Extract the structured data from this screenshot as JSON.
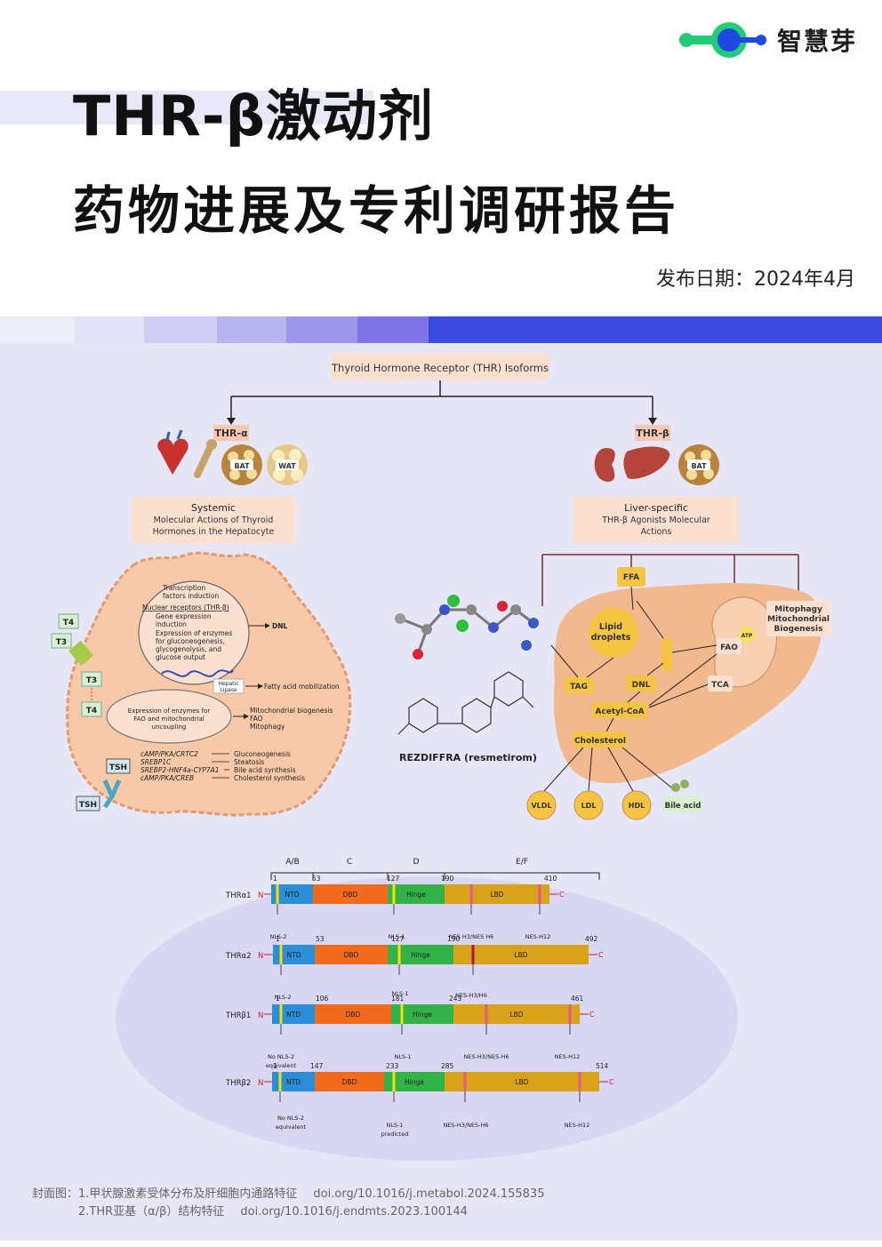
{
  "brand": {
    "name": "智慧芽",
    "accent": "#1e49e2",
    "accent2": "#22cc77"
  },
  "title": {
    "line1": "THR-β激动剂",
    "line2": "药物进展及专利调研报告"
  },
  "publish_date": "发布日期：2024年4月",
  "figure": {
    "top_box": "Thyroid Hormone Receptor (THR) Isoforms",
    "thr_a": "THR-α",
    "thr_b": "THR-β",
    "bat": "BAT",
    "wat": "WAT",
    "systemic": {
      "l1": "Systemic",
      "l2": "Molecular Actions of Thyroid",
      "l3": "Hormones in the Hepatocyte"
    },
    "liver": {
      "l1": "Liver-specific",
      "l2": "THR-β Agonists Molecular",
      "l3": "Actions"
    },
    "cell": {
      "transcription": "Transcription",
      "factors": "factors induction",
      "nuclear": "Nuclear receptors (THR-β)",
      "gene1": "Gene expression",
      "gene2": "induction",
      "expr1": "Expression of enzymes",
      "expr2": "for gluconeogenesis,",
      "expr3": "glycogenolysis, and",
      "expr4": "glucose output",
      "dnl": "DNL",
      "hepatic1": "Hepatic",
      "hepatic2": "Lipase",
      "fatty": "Fatty acid mobilization",
      "mito_e1": "Expression of enzymes for",
      "mito_e2": "FAO and mitochondrial",
      "mito_e3": "uncoupling",
      "mito_o1": "Mitochondrial biogenesis",
      "mito_o2": "FAO",
      "mito_o3": "Mitophagy",
      "path1": "cAMP/PKA/CRTC2",
      "path2": "SREBP1C",
      "path3": "SREBP2-HNF4a-CYP7A1",
      "path4": "cAMP/PKA/CREB",
      "out1": "Gluconeogenesis",
      "out2": "Steatosis",
      "out3": "Bile acid synthesis",
      "out4": "Cholesterol synthesis",
      "t4": "T4",
      "t3": "T3",
      "tsh": "TSH"
    },
    "drug": "REZDIFFRA (resmetirom)",
    "liver_nodes": {
      "ffa": "FFA",
      "lipid1": "Lipid",
      "lipid2": "droplets",
      "tag": "TAG",
      "dnl": "DNL",
      "acetyl": "Acetyl-CoA",
      "chol": "Cholesterol",
      "fao": "FAO",
      "tca": "TCA",
      "atp": "ATP",
      "mito1": "Mitophagy",
      "mito2": "Mitochondrial",
      "mito3": "Biogenesis",
      "vldl": "VLDL",
      "ldl": "LDL",
      "hdl": "HDL",
      "bile": "Bile acid"
    },
    "domains": {
      "regions": [
        "A/B",
        "C",
        "D",
        "E/F"
      ],
      "seg": {
        "ntd": "NTD",
        "dbd": "DBD",
        "hinge": "Hinge",
        "lbd": "LBD"
      },
      "n": "N",
      "c": "C",
      "isoforms": [
        {
          "name": "THRα1",
          "nums": [
            "1",
            "53",
            "127",
            "190",
            "410"
          ],
          "labels": [
            "NLS-2",
            "NLS-1",
            "NES H3/NES H6",
            "NES-H12"
          ]
        },
        {
          "name": "THRα2",
          "nums": [
            "1",
            "53",
            "127",
            "190",
            "492"
          ],
          "labels": [
            "NLS-2",
            "NLS-1",
            "NES-H3/H6"
          ]
        },
        {
          "name": "THRβ1",
          "nums": [
            "1",
            "106",
            "181",
            "243",
            "461"
          ],
          "labels": [
            "No NLS-2",
            "equivalent",
            "NLS-1",
            "NES-H3/NES-H6",
            "NES-H12"
          ]
        },
        {
          "name": "THRβ2",
          "nums": [
            "1",
            "147",
            "233",
            "285",
            "514"
          ],
          "labels": [
            "No NLS-2",
            "equivalent",
            "NLS-1",
            "predicted",
            "NES-H3/NES-H6",
            "NES-H12"
          ]
        }
      ]
    }
  },
  "footnote": {
    "label": "封面图：",
    "ref1": "1.甲状腺激素受体分布及肝细胞内通路特征",
    "doi1": "doi.org/10.1016/j.metabol.2024.155835",
    "ref2": "2.THR亚基（α/β）结构特征",
    "doi2": "doi.org/10.1016/j.endmts.2023.100144"
  },
  "colors": {
    "ntd": "#2a8fd6",
    "dbd": "#f26a1b",
    "hinge": "#33b24a",
    "lbd": "#d9a21b",
    "cell": "#f7c9a8",
    "liver": "#f3b98e",
    "box": "#fbe0cf"
  }
}
